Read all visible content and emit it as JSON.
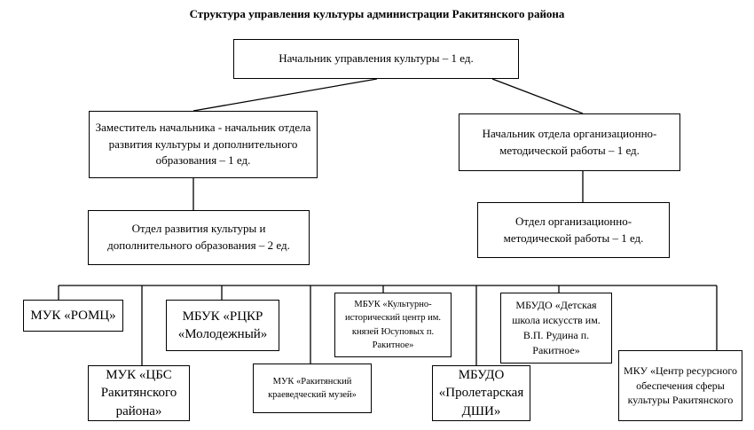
{
  "title": "Структура управления культуры администрации Ракитянского района",
  "boxes": {
    "head": "Начальник управления культуры – 1 ед.",
    "deputy": "Заместитель начальника - начальник отдела развития культуры и дополнительного образования – 1 ед.",
    "org_head": "Начальник отдела организационно-методической работы – 1 ед.",
    "dept_culture": "Отдел развития культуры и дополнительного образования – 2 ед.",
    "dept_org": "Отдел организационно-методической работы – 1 ед.",
    "romc": "МУК «РОМЦ»",
    "rckr": "МБУК «РЦКР «Молодежный»",
    "cultural_center": "МБУК «Культурно-исторический центр им. князей Юсуповых п. Ракитное»",
    "art_school": "МБУДО «Детская школа искусств им. В.П. Рудина п. Ракитное»",
    "cbs": "МУК «ЦБС Ракитянского района»",
    "museum": "МУК «Ракитянский краеведческий музей»",
    "dshi": "МБУДО «Пролетарская ДШИ»",
    "resource_center": "МКУ «Центр ресурсного обеспечения сферы культуры Ракитянского"
  }
}
